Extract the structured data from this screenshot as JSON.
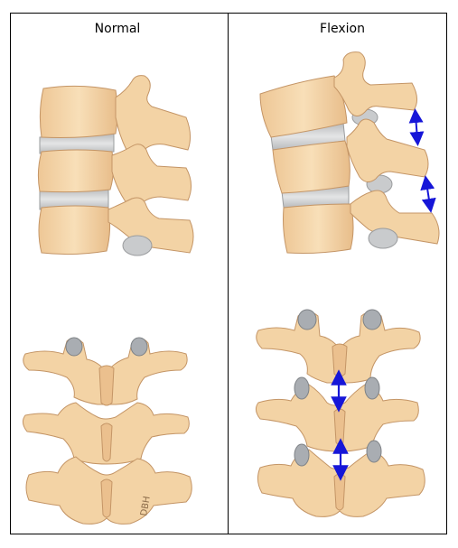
{
  "columns": [
    {
      "title": "Normal"
    },
    {
      "title": "Flexion"
    }
  ],
  "signature": "DBH",
  "colors": {
    "bone": "#f3d3a5",
    "bone_outline": "#c49566",
    "bone_shade": "#e2b482",
    "disc": "#c9cbcd",
    "disc_outline": "#9a9c9e",
    "canal": "#a9adb2",
    "arrow": "#1616d8"
  }
}
